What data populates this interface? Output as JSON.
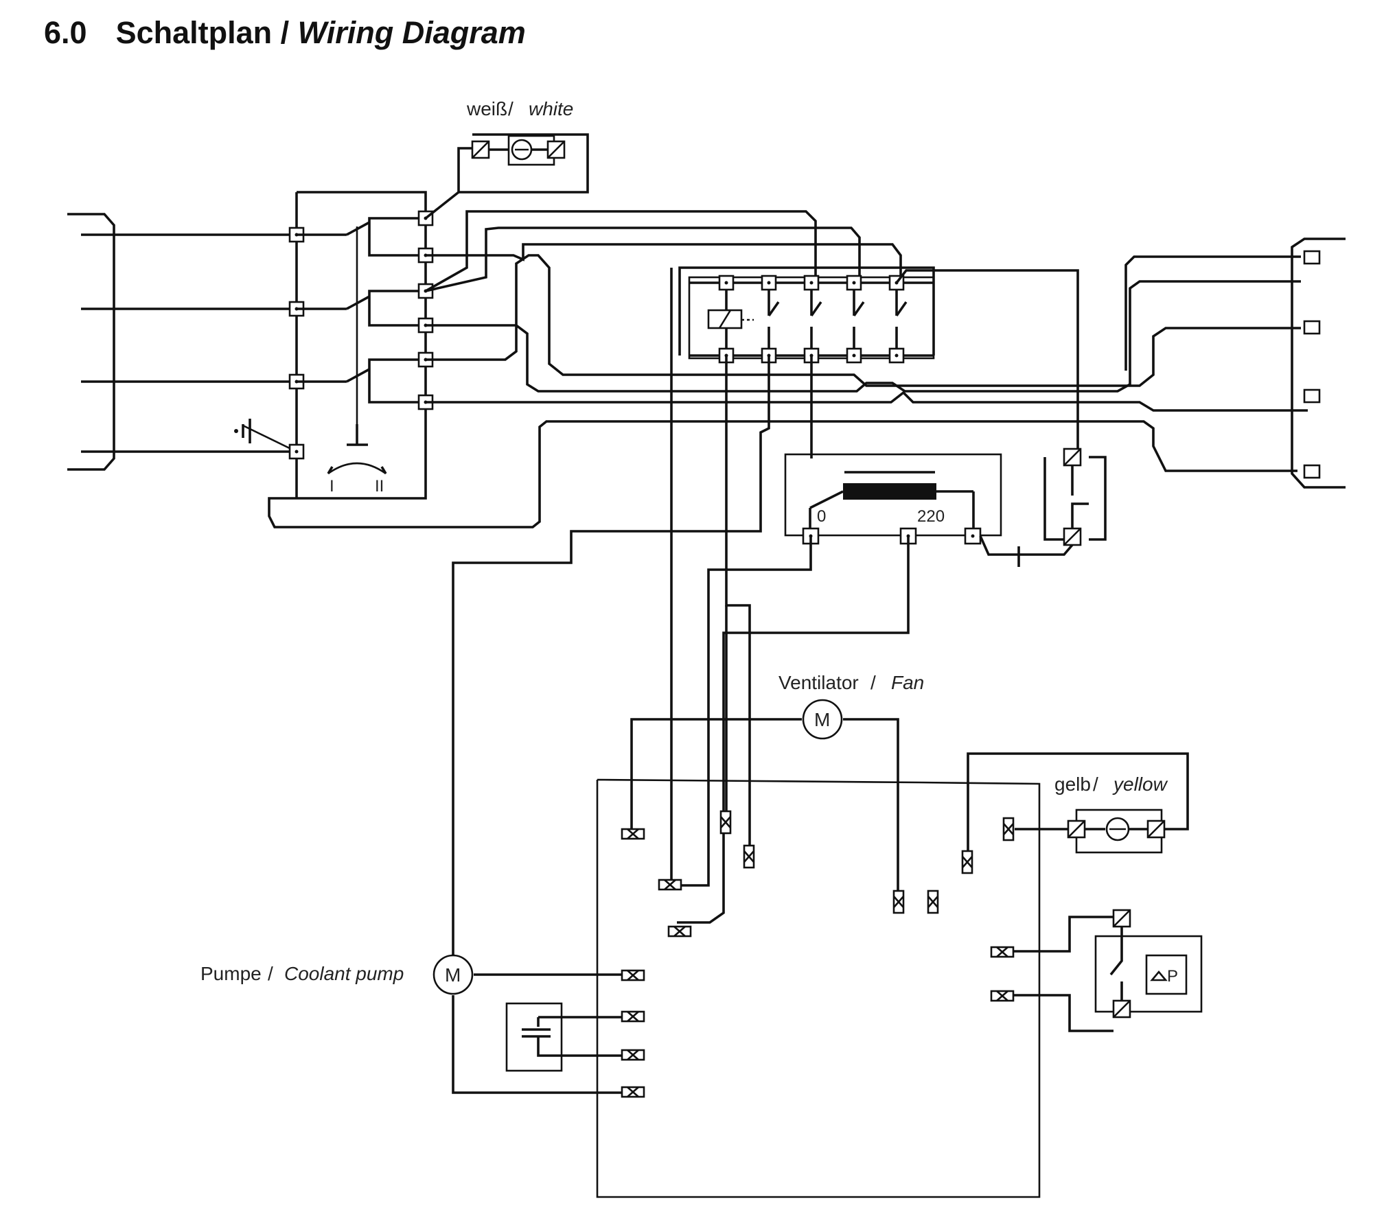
{
  "header": {
    "number": "6.0",
    "title_de": "Schaltplan",
    "separator": " / ",
    "title_en": "Wiring Diagram"
  },
  "labels": {
    "white_lamp_de": "weiß",
    "white_lamp_en": "white",
    "yellow_lamp_de": "gelb",
    "yellow_lamp_en": "yellow",
    "fan_de": "Ventilator",
    "fan_en": "Fan",
    "pump_de": "Pumpe",
    "pump_en": "Coolant pump",
    "motor_symbol": "M",
    "transformer_low": "0",
    "transformer_high": "220",
    "switch_pos_1": "I",
    "switch_pos_2": "II",
    "pressure_symbol": "P",
    "separator": " / "
  },
  "colors": {
    "line": "#111111",
    "background": "#ffffff"
  }
}
